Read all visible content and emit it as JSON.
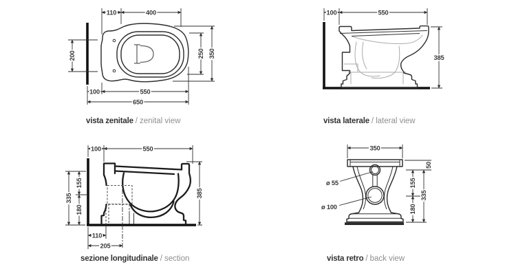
{
  "caption_separator": "/",
  "colors": {
    "line": "#2e2e2e",
    "thick_line": "#1c1c1c",
    "hidden_line": "#ababab",
    "text": "#3a3a3a",
    "caption_gray": "#8f8f8f",
    "floor_fill": "#2b2b2b"
  },
  "views": {
    "zenital": {
      "label_it": "vista zenitale",
      "label_en": "zenital view",
      "dims": {
        "d110": "110",
        "d400": "400",
        "d200": "200",
        "d250": "250",
        "d350": "350",
        "d100": "100",
        "d550": "550",
        "d650": "650"
      }
    },
    "lateral": {
      "label_it": "vista laterale",
      "label_en": "lateral view",
      "dims": {
        "d100": "100",
        "d550": "550",
        "d385": "385"
      }
    },
    "section": {
      "label_it": "sezione longitudinale",
      "label_en": "section",
      "dims": {
        "d100": "100",
        "d550": "550",
        "d155": "155",
        "d335": "335",
        "d180": "180",
        "d385": "385",
        "d110": "110",
        "d205": "205"
      }
    },
    "back": {
      "label_it": "vista retro",
      "label_en": "back view",
      "dims": {
        "d350": "350",
        "d50": "50",
        "d155": "155",
        "d335": "335",
        "d180": "180",
        "dia55": "ø 55",
        "dia100": "ø 100"
      }
    }
  }
}
